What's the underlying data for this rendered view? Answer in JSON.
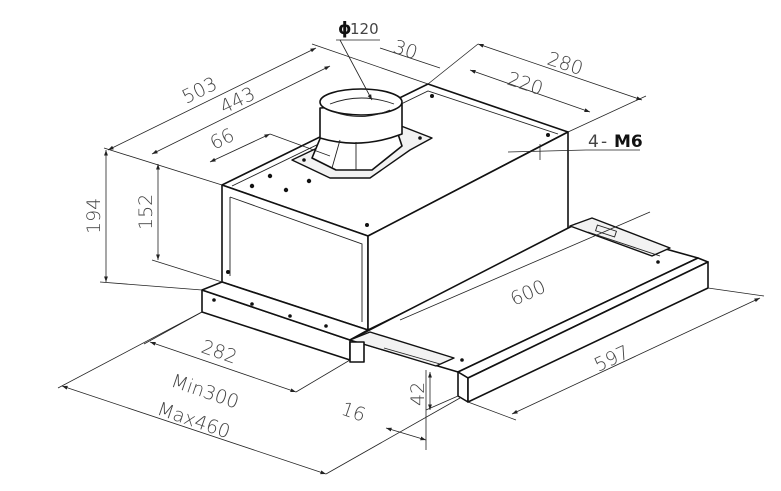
{
  "dimensions": {
    "duct_diameter": "120",
    "duct_diameter_symbol": "ϕ",
    "d30": "30",
    "d280": "280",
    "d220": "220",
    "d503": "503",
    "d443": "443",
    "d66": "66",
    "screws_count": "4",
    "screws_dash": "-",
    "screws_thread": "M6",
    "d194": "194",
    "d152": "152",
    "d600": "600",
    "d282": "282",
    "d597": "597",
    "min_label": "Min300",
    "max_label": "Max460",
    "d16": "16",
    "d42": "42"
  },
  "colors": {
    "line": "#111111",
    "dimension_text": "#444444",
    "background": "#ffffff"
  }
}
